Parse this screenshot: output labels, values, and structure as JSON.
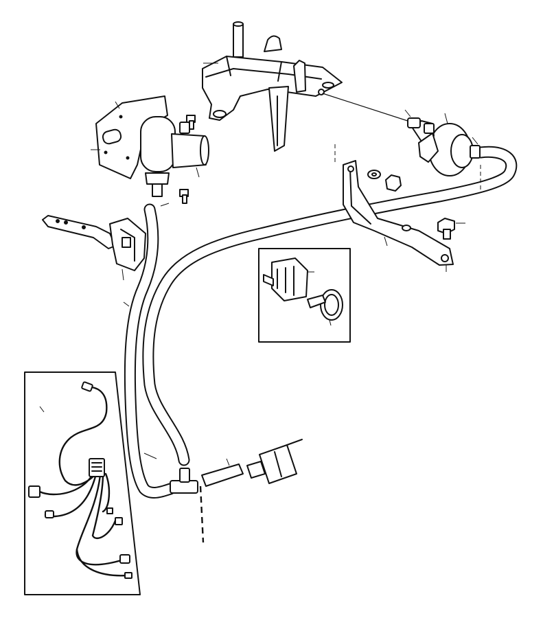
{
  "diagram": {
    "type": "exploded-parts-view",
    "line_color": "#111111",
    "background": "#ffffff",
    "parts": [
      "mounting-bracket",
      "control-valve-solenoid",
      "actuator-lever",
      "vacuum-actuator",
      "bracket-arm",
      "bolt",
      "washer",
      "nut",
      "vacuum-hose-long",
      "vacuum-hose-short",
      "t-connector",
      "hose-connector",
      "vacuum-pipe-end",
      "cable",
      "wiring-harness",
      "connector-and-tie-strap"
    ],
    "detail_insets": [
      "connector-and-tie-strap-inset",
      "wiring-harness-inset"
    ]
  }
}
